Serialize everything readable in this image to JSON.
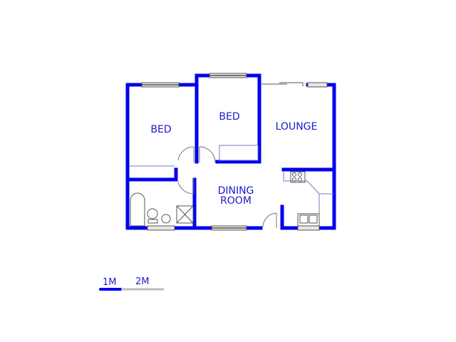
{
  "floorplan": {
    "wall_color": "#0000ee",
    "fixture_color": "#7777cc",
    "label_color": "#1a1acc",
    "rooms": [
      {
        "id": "bed-1",
        "label": "BED"
      },
      {
        "id": "bed-2",
        "label": "BED"
      },
      {
        "id": "lounge",
        "label": "LOUNGE"
      },
      {
        "id": "dining-room",
        "label_line1": "DINING",
        "label_line2": "ROOM"
      }
    ]
  },
  "scale_bar": {
    "label_1": "1M",
    "label_2": "2M",
    "primary_color": "#0000ee",
    "secondary_color": "#bbbbbb"
  }
}
